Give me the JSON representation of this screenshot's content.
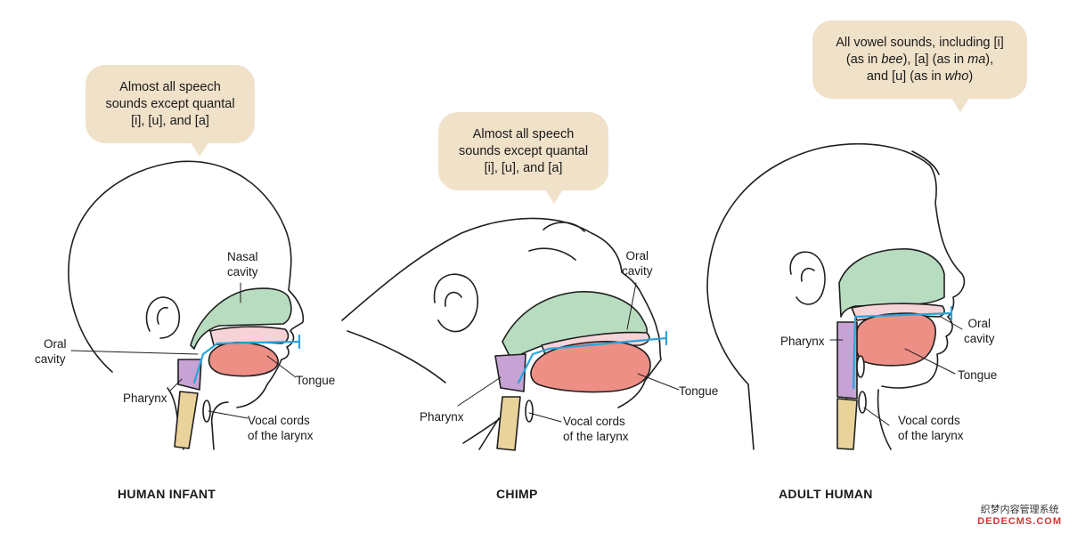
{
  "colors": {
    "bubble": "#f0e1c9",
    "nasal_cavity": "#b7dcc0",
    "oral_cavity": "#f6d3d6",
    "tongue": "#ee8f86",
    "pharynx": "#c6a3d4",
    "larynx": "#ead39b",
    "vocal_tract_line": "#2aa3dc",
    "outline": "#1f1f1f"
  },
  "panels": [
    {
      "caption": "HUMAN INFANT",
      "bubble": [
        "Almost all speech",
        "sounds except quantal",
        "[i], [u], and [a]"
      ],
      "labels": {
        "nasal_cavity": [
          "Nasal",
          "cavity"
        ],
        "oral_cavity": [
          "Oral",
          "cavity"
        ],
        "tongue": [
          "Tongue"
        ],
        "pharynx": [
          "Pharynx"
        ],
        "vocal_cords": [
          "Vocal cords",
          "of the larynx"
        ]
      }
    },
    {
      "caption": "CHIMP",
      "bubble": [
        "Almost all speech",
        "sounds except quantal",
        "[i], [u], and [a]"
      ],
      "labels": {
        "oral_cavity": [
          "Oral",
          "cavity"
        ],
        "tongue": [
          "Tongue"
        ],
        "pharynx": [
          "Pharynx"
        ],
        "vocal_cords": [
          "Vocal cords",
          "of the larynx"
        ]
      }
    },
    {
      "caption": "ADULT HUMAN",
      "bubble": [
        "All vowel sounds, including [i]",
        "(as in bee), [a] (as in ma),",
        "and [u] (as in who)"
      ],
      "labels": {
        "oral_cavity": [
          "Oral",
          "cavity"
        ],
        "tongue": [
          "Tongue"
        ],
        "pharynx": [
          "Pharynx"
        ],
        "vocal_cords": [
          "Vocal cords",
          "of the larynx"
        ]
      }
    }
  ],
  "watermark": [
    "织梦内容管理系统",
    "DEDECMS.COM"
  ]
}
